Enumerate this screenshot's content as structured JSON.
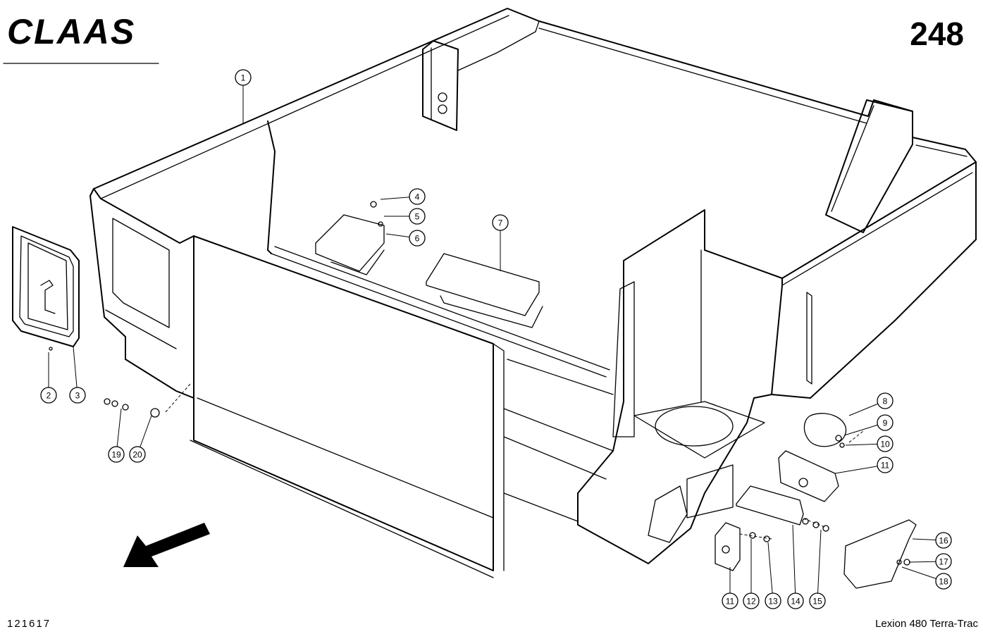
{
  "header": {
    "brand_logo": "CLAAS",
    "page_number": "248"
  },
  "footer": {
    "drawing_number": "121617",
    "model_name": "Lexion 480 Terra-Trac"
  },
  "callouts": [
    {
      "id": "1",
      "label": "1"
    },
    {
      "id": "2",
      "label": "2"
    },
    {
      "id": "3",
      "label": "3"
    },
    {
      "id": "4",
      "label": "4"
    },
    {
      "id": "5",
      "label": "5"
    },
    {
      "id": "6",
      "label": "6"
    },
    {
      "id": "7",
      "label": "7"
    },
    {
      "id": "8",
      "label": "8"
    },
    {
      "id": "9",
      "label": "9"
    },
    {
      "id": "10",
      "label": "10"
    },
    {
      "id": "11a",
      "label": "11"
    },
    {
      "id": "11b",
      "label": "11"
    },
    {
      "id": "12",
      "label": "12"
    },
    {
      "id": "13",
      "label": "13"
    },
    {
      "id": "14",
      "label": "14"
    },
    {
      "id": "15",
      "label": "15"
    },
    {
      "id": "16",
      "label": "16"
    },
    {
      "id": "17",
      "label": "17"
    },
    {
      "id": "18",
      "label": "18"
    },
    {
      "id": "19",
      "label": "19"
    },
    {
      "id": "20",
      "label": "20"
    }
  ],
  "icons": {
    "direction_arrow": "travel-direction-arrow-icon"
  }
}
